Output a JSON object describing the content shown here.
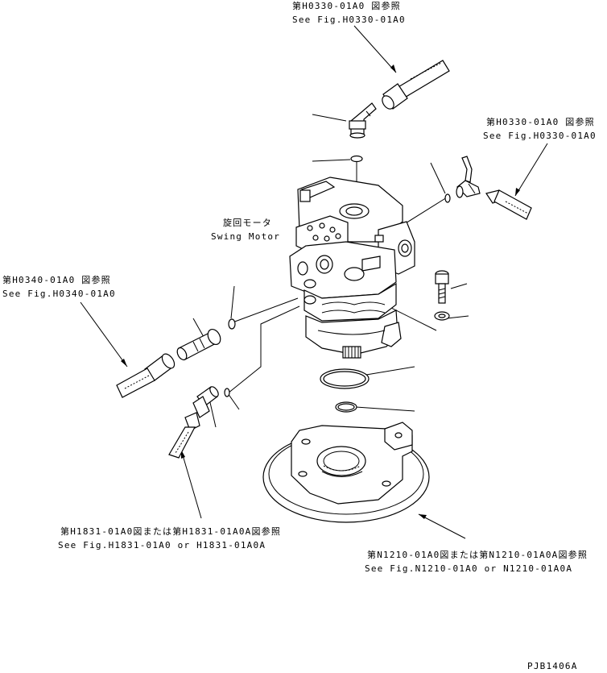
{
  "callouts": {
    "top_ref": {
      "jp": "第H0330-01A0 図参照",
      "en": "See Fig.H0330-01A0"
    },
    "right_ref": {
      "jp": "第H0330-01A0 図参照",
      "en": "See Fig.H0330-01A0"
    },
    "left_ref": {
      "jp": "第H0340-01A0 図参照",
      "en": "See Fig.H0340-01A0"
    },
    "motor": {
      "jp": "旋回モータ",
      "en": "Swing Motor"
    },
    "bottom_left_ref": {
      "jp": "第H1831-01A0図または第H1831-01A0A図参照",
      "en": "See Fig.H1831-01A0 or H1831-01A0A"
    },
    "bottom_right_ref": {
      "jp": "第N1210-01A0図または第N1210-01A0A図参照",
      "en": "See Fig.N1210-01A0 or N1210-01A0A"
    }
  },
  "drawing_number": "PJB1406A"
}
